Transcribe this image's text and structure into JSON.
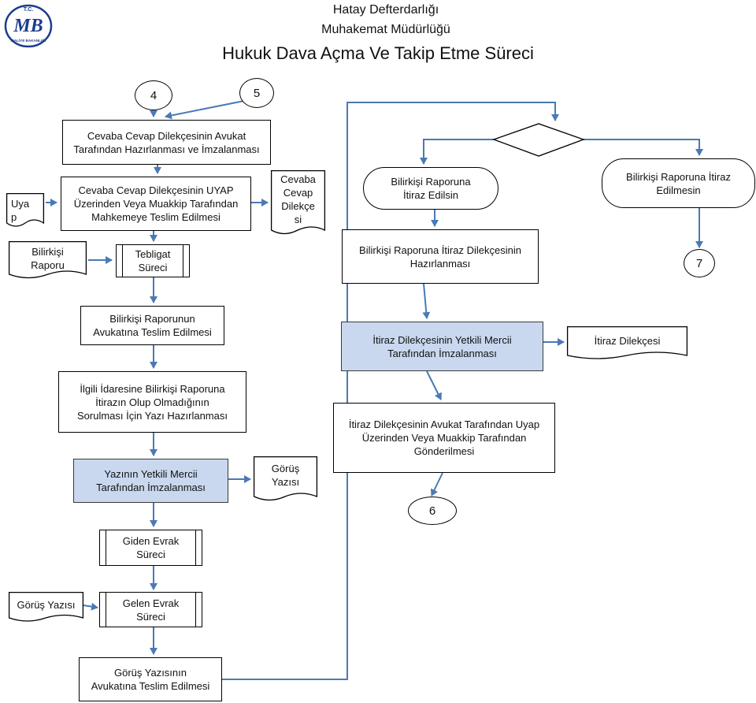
{
  "header": {
    "org": "Hatay Defterdarlığı",
    "unit": "Muhakemat Müdürlüğü",
    "title": "Hukuk Dava Açma Ve Takip Etme Süreci"
  },
  "logo": {
    "top_text": "T.C.",
    "letters": "MB",
    "bottom_text": "MALİYE BAKANLIĞI",
    "color": "#1b3d8f"
  },
  "connectors": {
    "c4": "4",
    "c5": "5",
    "c6": "6",
    "c7": "7"
  },
  "steps": {
    "cevaba_hazirlanmasi": "Cevaba Cevap Dilekçesinin Avukat\nTarafından Hazırlanması ve İmzalanması",
    "cevaba_teslim": "Cevaba Cevap Dilekçesinin UYAP\nÜzerinden Veya Muakkip Tarafından\nMahkemeye Teslim Edilmesi",
    "tebligat": "Tebligat\nSüreci",
    "rapor_teslim": "Bilirkişi Raporunun\nAvukatına Teslim Edilmesi",
    "ilgili_idare": "İlgili İdaresine Bilirkişi Raporuna\nİtirazın Olup Olmadığının\nSorulması İçin Yazı Hazırlanması",
    "yazi_imza": "Yazının Yetkili Mercii\nTarafından İmzalanması",
    "giden_evrak": "Giden Evrak\nSüreci",
    "gelen_evrak": "Gelen Evrak\nSüreci",
    "gorus_teslim": "Görüş Yazısının\nAvukatına Teslim Edilmesi",
    "itiraz_edilsin": "Bilirkişi Raporuna\nİtiraz Edilsin",
    "itiraz_edilmesin": "Bilirkişi Raporuna İtiraz\nEdilmesin",
    "itiraz_hazirlanmasi": "Bilirkişi Raporuna İtiraz Dilekçesinin\nHazırlanması",
    "itiraz_imza": "İtiraz Dilekçesinin Yetkili Mercii\nTarafından İmzalanması",
    "itiraz_gonder": "İtiraz Dilekçesinin Avukat Tarafından Uyap\nÜzerinden Veya Muakkip Tarafından\nGönderilmesi"
  },
  "documents": {
    "uyap": "Uya\np",
    "bilirkisi_raporu": "Bilirkişi\nRaporu",
    "cevaba_dilekce": "Cevaba\nCevap\nDilekçe\nsi",
    "gorus_yazisi_1": "Görüş\nYazısı",
    "gorus_yazisi_2": "Görüş Yazısı",
    "itiraz_dilekcesi": "İtiraz Dilekçesi"
  },
  "colors": {
    "arrow": "#4a7ab5",
    "highlight": "#c9d8ef"
  }
}
